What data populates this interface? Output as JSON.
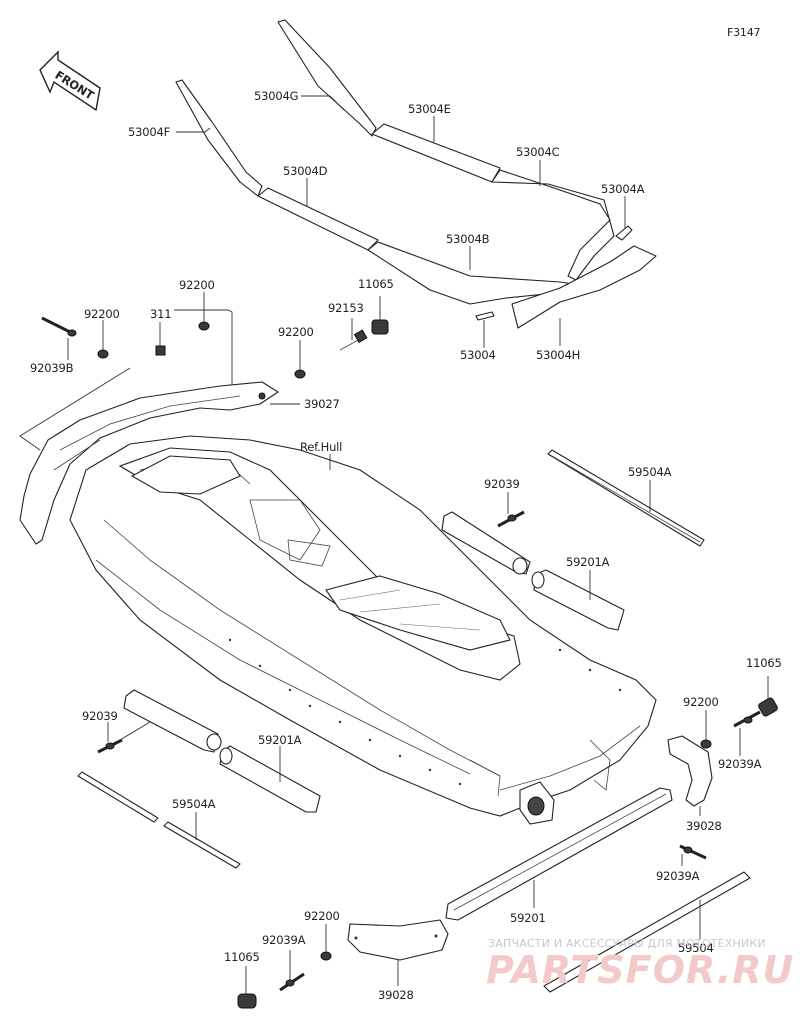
{
  "figure_code": "F3147",
  "front_label": "FRONT",
  "ref_hull_label": "Ref.Hull",
  "callouts": {
    "c53004G": "53004G",
    "c53004E": "53004E",
    "c53004F": "53004F",
    "c53004C": "53004C",
    "c53004D": "53004D",
    "c53004A": "53004A",
    "c53004B": "53004B",
    "c53004": "53004",
    "c53004H": "53004H",
    "c11065_top": "11065",
    "c92200_top1": "92200",
    "c92200_top2": "92200",
    "c311": "311",
    "c92153": "92153",
    "c92200_mid": "92200",
    "c92039B": "92039B",
    "c39027": "39027",
    "c92039_right": "92039",
    "c59504A_right": "59504A",
    "c59201A_right": "59201A",
    "c11065_right": "11065",
    "c92200_right": "92200",
    "c92039A_right": "92039A",
    "c39028_right": "39028",
    "c92039_left": "92039",
    "c59201A_left": "59201A",
    "c59504A_left": "59504A",
    "c92039A_bottom": "92039A",
    "c59201": "59201",
    "c92200_bottom": "92200",
    "c92039A_bottomleft": "92039A",
    "c11065_bottom": "11065",
    "c39028_bottom": "39028",
    "c59504": "59504"
  },
  "watermark": {
    "tagline": "ЗАПЧАСТИ И АКСЕССУАРЫ ДЛЯ МОТОТЕХНИКИ",
    "brand": "PARTSFOR.RU"
  }
}
